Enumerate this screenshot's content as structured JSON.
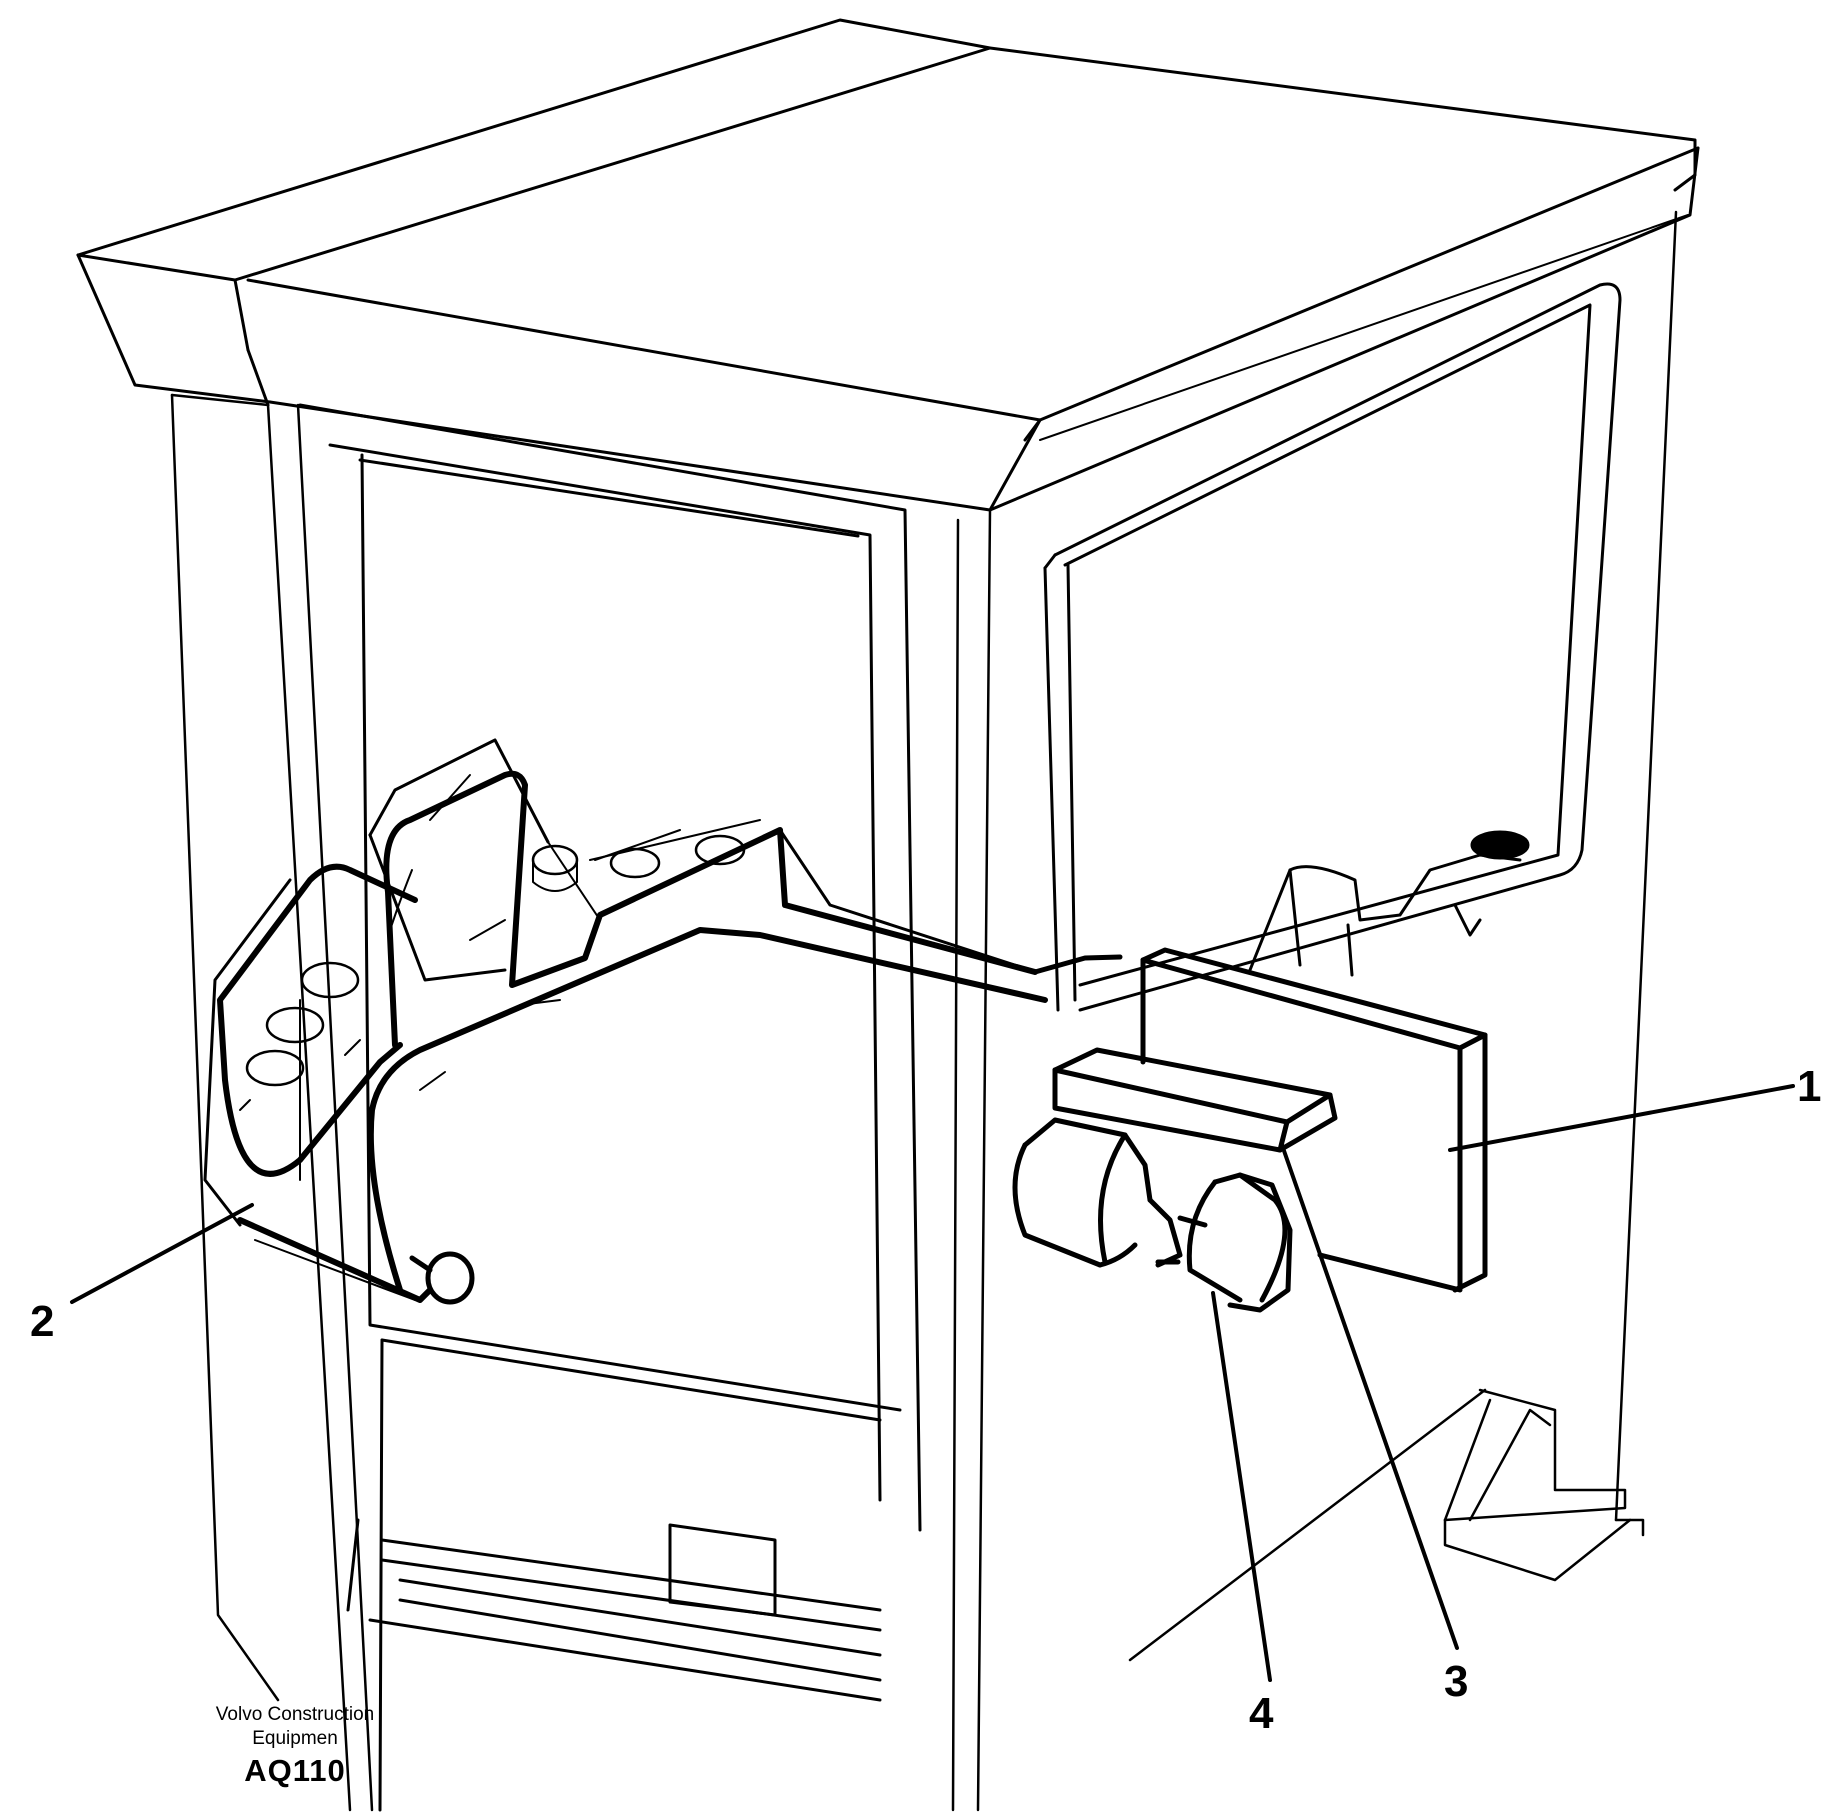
{
  "figure": {
    "callouts": [
      "1",
      "2",
      "3",
      "4"
    ],
    "caption": {
      "line1": "Volvo Construction",
      "line2": "Equipmen",
      "code": "AQ110"
    }
  }
}
